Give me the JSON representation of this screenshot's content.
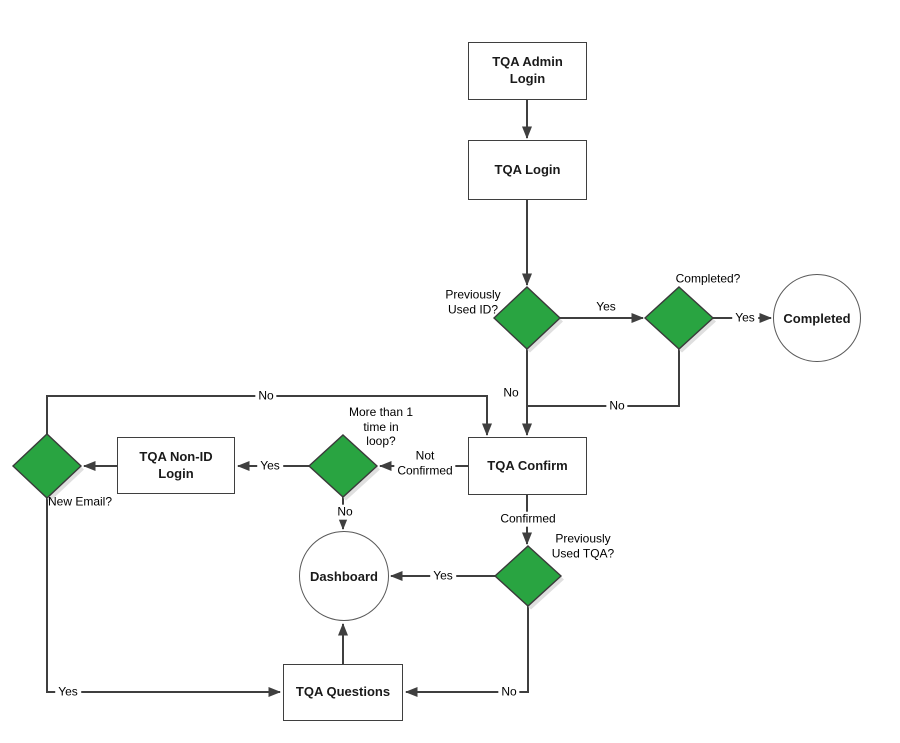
{
  "colors": {
    "background": "#FFFFFF",
    "diamond_fill": "#29A441",
    "diamond_stroke": "#3A3A3A",
    "connector_line": "#3F3F3F",
    "box_border": "#3F3F3F",
    "text": "#1A1A1A"
  },
  "nodes": {
    "tqa_admin_login": {
      "type": "process",
      "label": "TQA Admin Login"
    },
    "tqa_login": {
      "type": "process",
      "label": "TQA Login"
    },
    "tqa_confirm": {
      "type": "process",
      "label": "TQA Confirm"
    },
    "tqa_non_id_login": {
      "type": "process",
      "label": "TQA Non-ID Login"
    },
    "tqa_questions": {
      "type": "process",
      "label": "TQA Questions"
    },
    "completed": {
      "type": "terminator",
      "label": "Completed"
    },
    "dashboard": {
      "type": "terminator",
      "label": "Dashboard"
    },
    "previously_used_id": {
      "type": "decision",
      "label": "Previously\nUsed ID?"
    },
    "completed_check": {
      "type": "decision",
      "label": "Completed?"
    },
    "more_than_one_loop": {
      "type": "decision",
      "label": "More than 1\ntime in\nloop?"
    },
    "previously_used_tqa": {
      "type": "decision",
      "label": "Previously\nUsed TQA?"
    },
    "new_email": {
      "type": "decision",
      "label": "New Email?"
    }
  },
  "edge_labels": {
    "used_id_yes": "Yes",
    "used_id_no": "No",
    "completed_yes": "Yes",
    "completed_no": "No",
    "new_email_to_confirm_no": "No",
    "not_confirmed": "Not\nConfirmed",
    "loop_yes": "Yes",
    "loop_no": "No",
    "confirmed": "Confirmed",
    "used_tqa_yes": "Yes",
    "used_tqa_no": "No",
    "new_email_yes": "Yes"
  }
}
